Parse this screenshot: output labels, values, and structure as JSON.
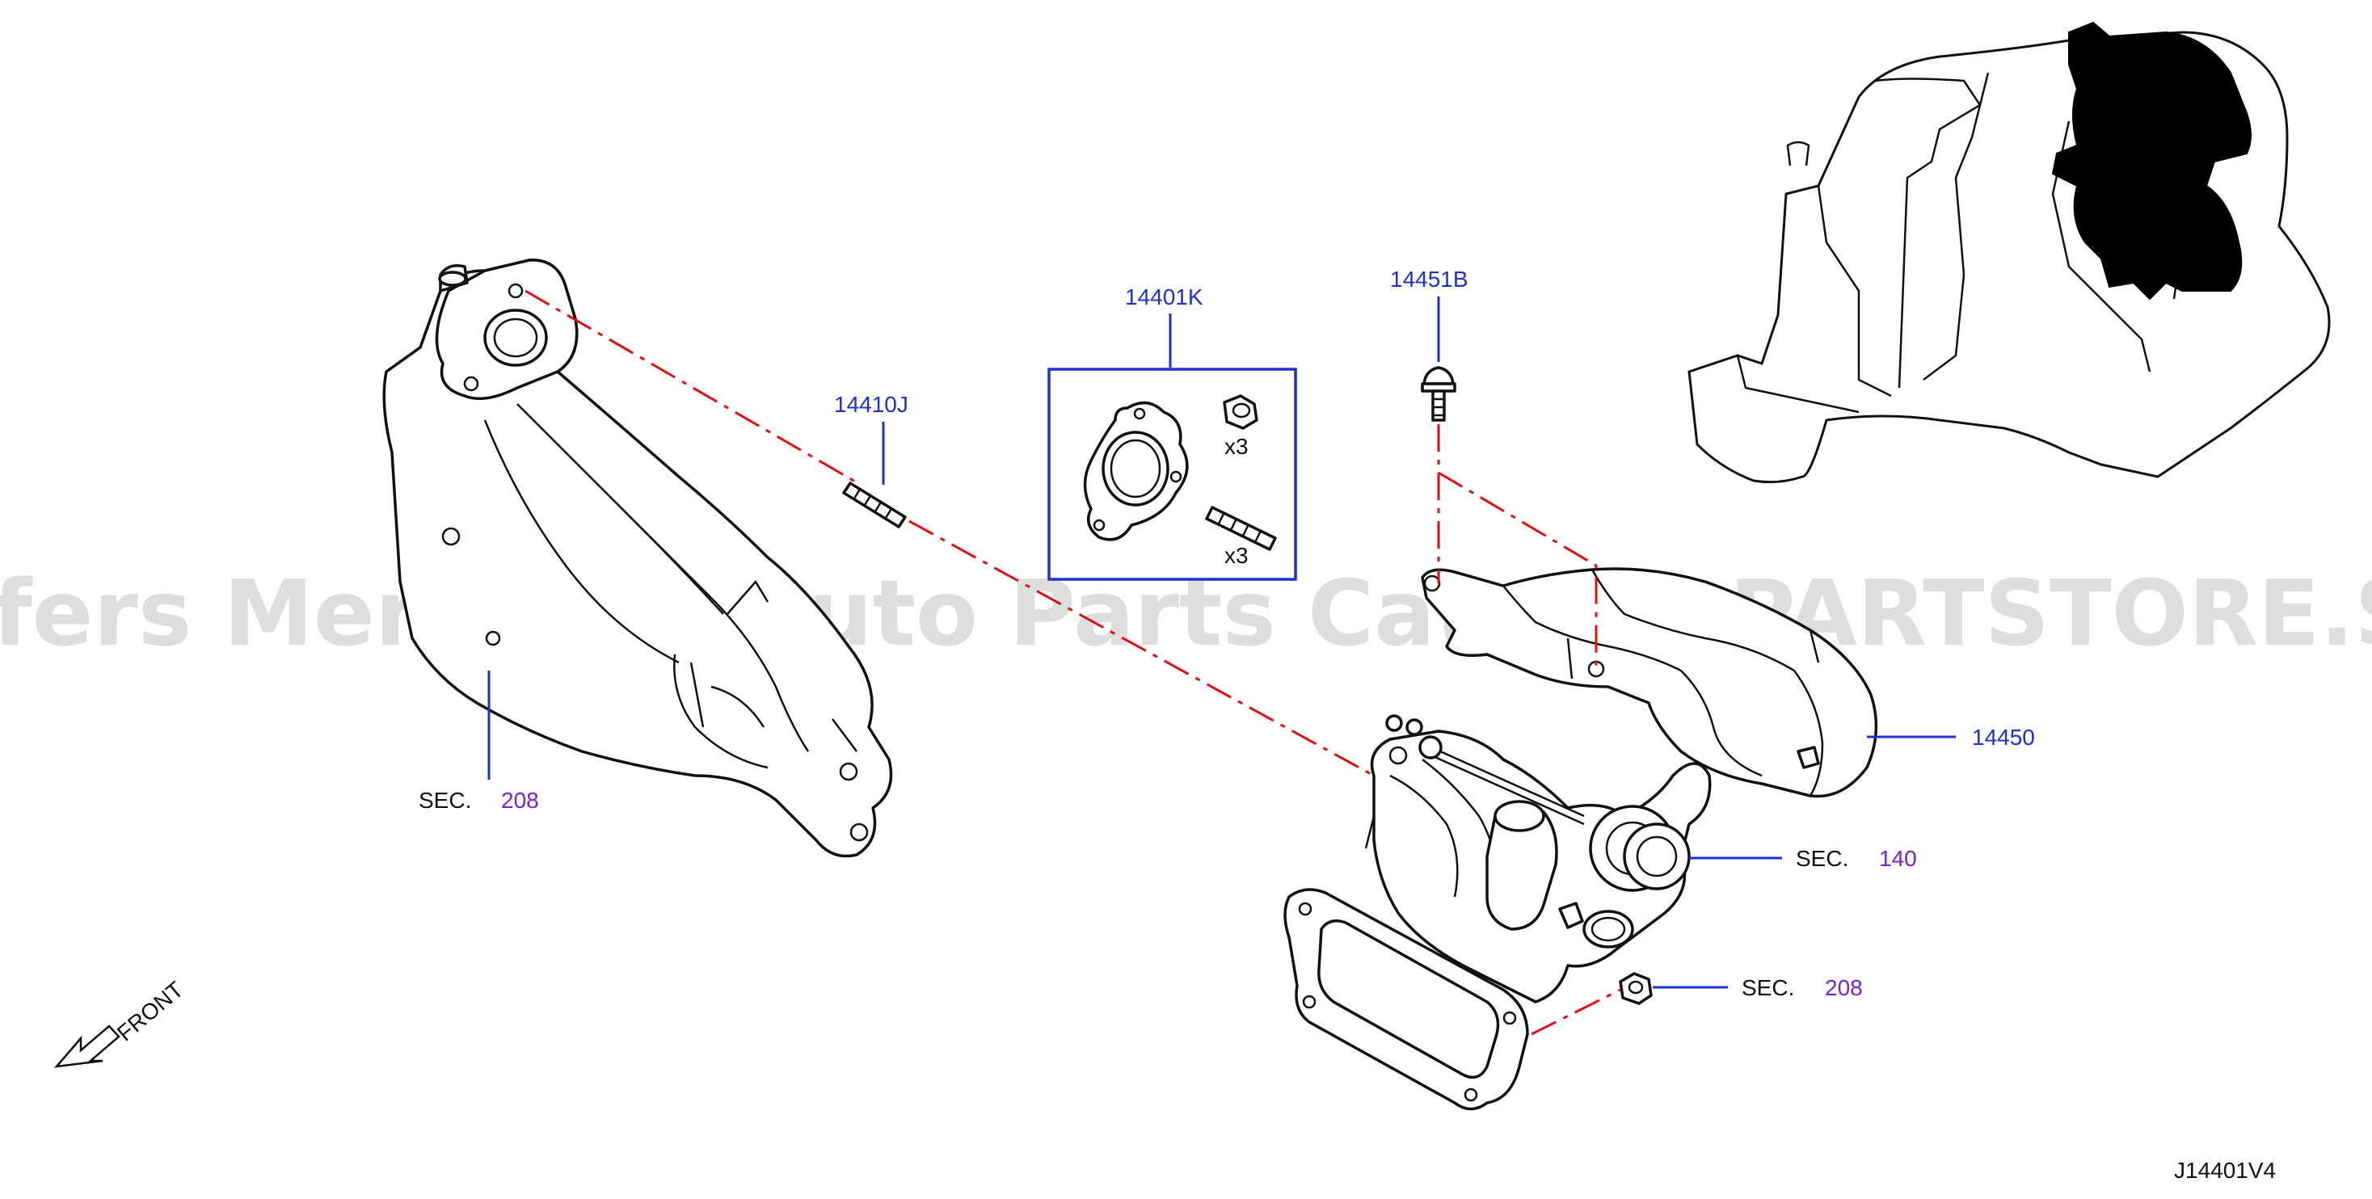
{
  "watermark": "Offers Merchant Auto Parts Catalog PARTSTORE.SA",
  "labels": {
    "p14410J": "14410J",
    "p14401K": "14401K",
    "p14451B": "14451B",
    "p14450": "14450",
    "x3_nut": "x3",
    "x3_stud": "x3",
    "sec_prefix": "SEC.",
    "sec208_left_num": "208",
    "sec140_num": "140",
    "sec208_right_num": "208",
    "front": "FRONT",
    "diagram_id": "J14401V4"
  },
  "colors": {
    "part_number_blue": "#1f2fd0",
    "section_purple": "#7a1fd8",
    "dashed_red": "#e01010",
    "outline_black": "#111111"
  }
}
